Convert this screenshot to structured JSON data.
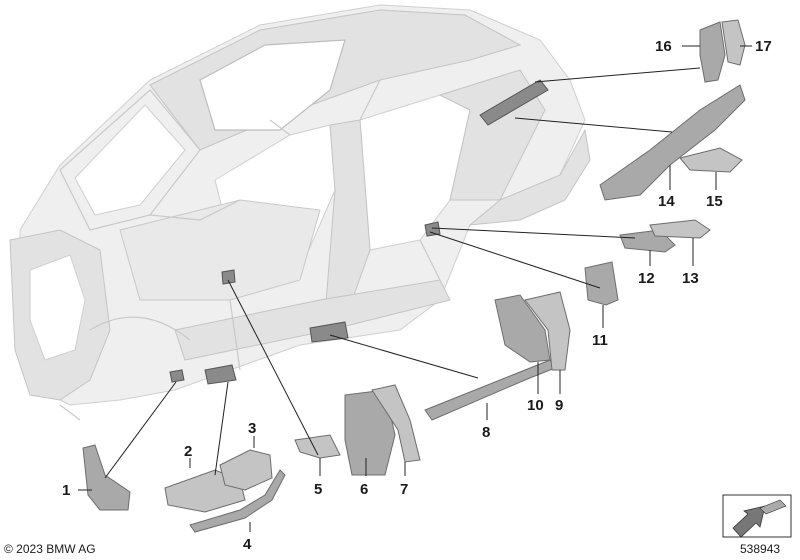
{
  "callouts": [
    {
      "id": "1",
      "label": "1"
    },
    {
      "id": "2",
      "label": "2"
    },
    {
      "id": "3",
      "label": "3"
    },
    {
      "id": "4",
      "label": "4"
    },
    {
      "id": "5",
      "label": "5"
    },
    {
      "id": "6",
      "label": "6"
    },
    {
      "id": "7",
      "label": "7"
    },
    {
      "id": "8",
      "label": "8"
    },
    {
      "id": "9",
      "label": "9"
    },
    {
      "id": "10",
      "label": "10"
    },
    {
      "id": "11",
      "label": "11"
    },
    {
      "id": "12",
      "label": "12"
    },
    {
      "id": "13",
      "label": "13"
    },
    {
      "id": "14",
      "label": "14"
    },
    {
      "id": "15",
      "label": "15"
    },
    {
      "id": "16",
      "label": "16"
    },
    {
      "id": "17",
      "label": "17"
    }
  ],
  "footer": {
    "copyright": "© 2023 BMW AG",
    "diagram_number": "538943"
  },
  "icons": {
    "arrow_box": "arrow-box-icon"
  }
}
